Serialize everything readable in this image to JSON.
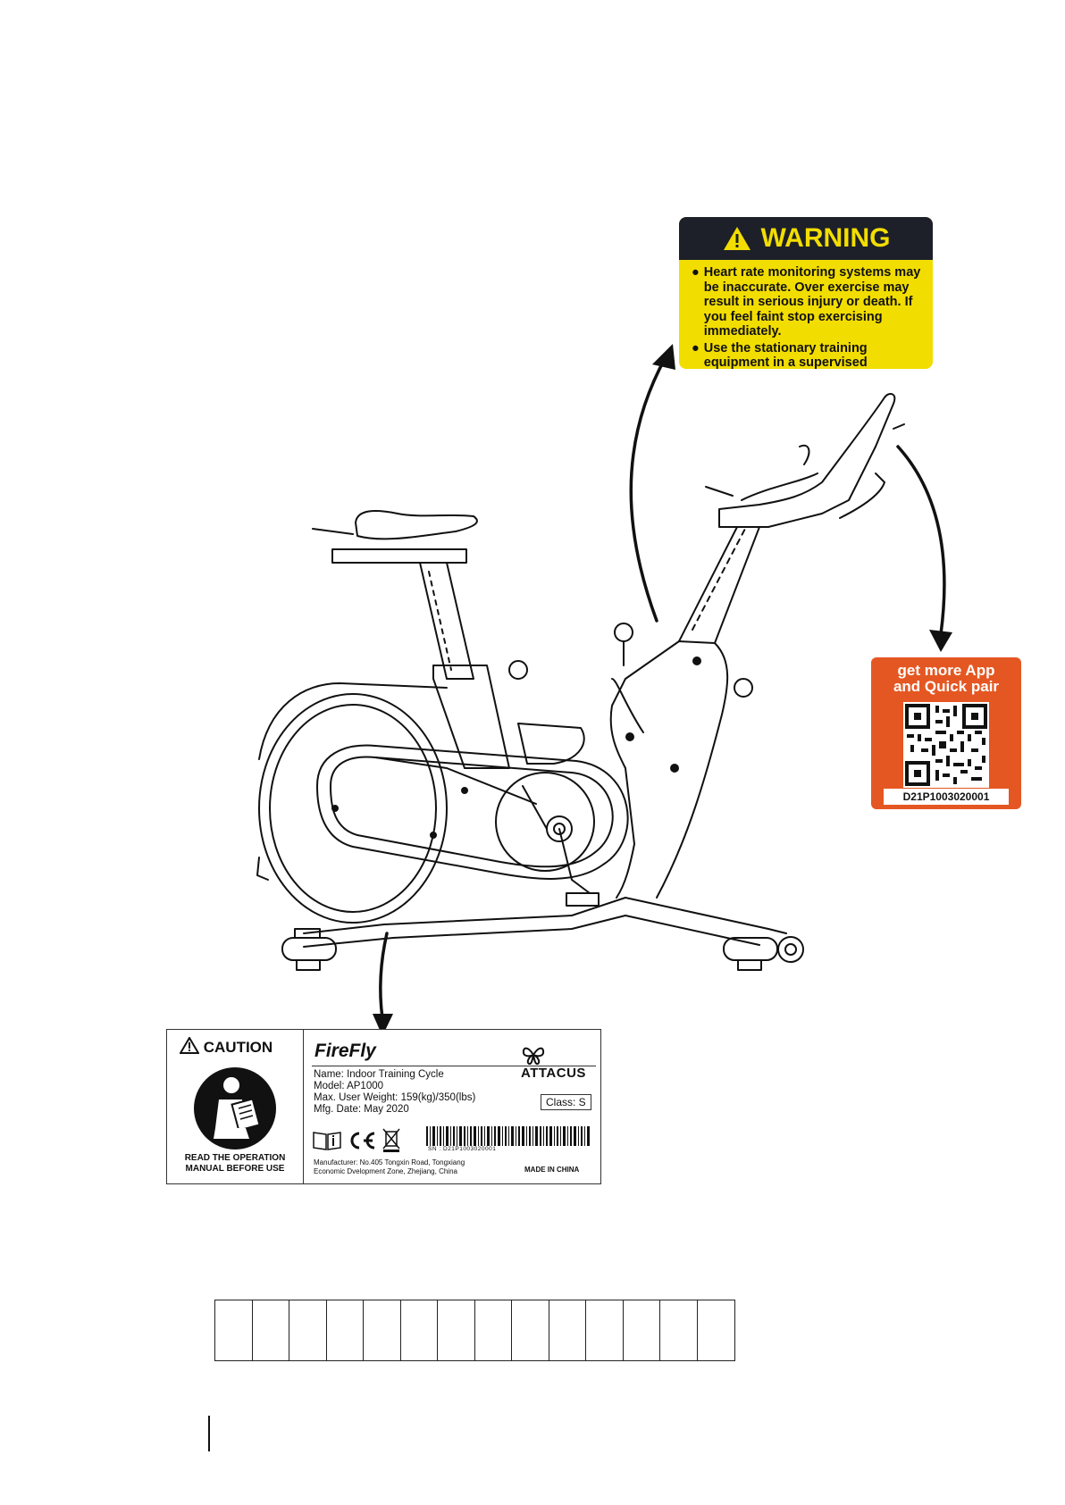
{
  "warning": {
    "title": "WARNING",
    "items": [
      "Heart rate monitoring systems may be inaccurate. Over exercise may result in serious injury or death. If you feel faint stop exercising immediately.",
      "Use the stationary training equipment in a supervised environment."
    ],
    "colors": {
      "background": "#f2dd00",
      "header": "#1d2029"
    }
  },
  "qr_label": {
    "line1": "get more App",
    "line2": "and Quick pair",
    "serial": "D21P1003020001",
    "color": "#e55722"
  },
  "product_label": {
    "caution": "CAUTION",
    "read_line1": "READ THE OPERATION",
    "read_line2": "MANUAL BEFORE USE",
    "brand": "FireFly",
    "maker_logo": "ATTACUS",
    "name": "Name: Indoor Training Cycle",
    "model": "Model: AP1000",
    "max_weight": "Max. User Weight: 159(kg)/350(lbs)",
    "mfg_date": "Mfg. Date: May 2020",
    "class": "Class: S",
    "sn": "SN : D21P1003020001",
    "manufacturer_line1": "Manufacturer: No.405 Tongxin Road, Tongxiang",
    "manufacturer_line2": "Economic Dvelopment Zone, Zhejiang, China",
    "made_in": "MADE IN CHINA",
    "icons": [
      "manual-info-icon",
      "ce-mark-icon",
      "weee-bin-icon"
    ]
  }
}
